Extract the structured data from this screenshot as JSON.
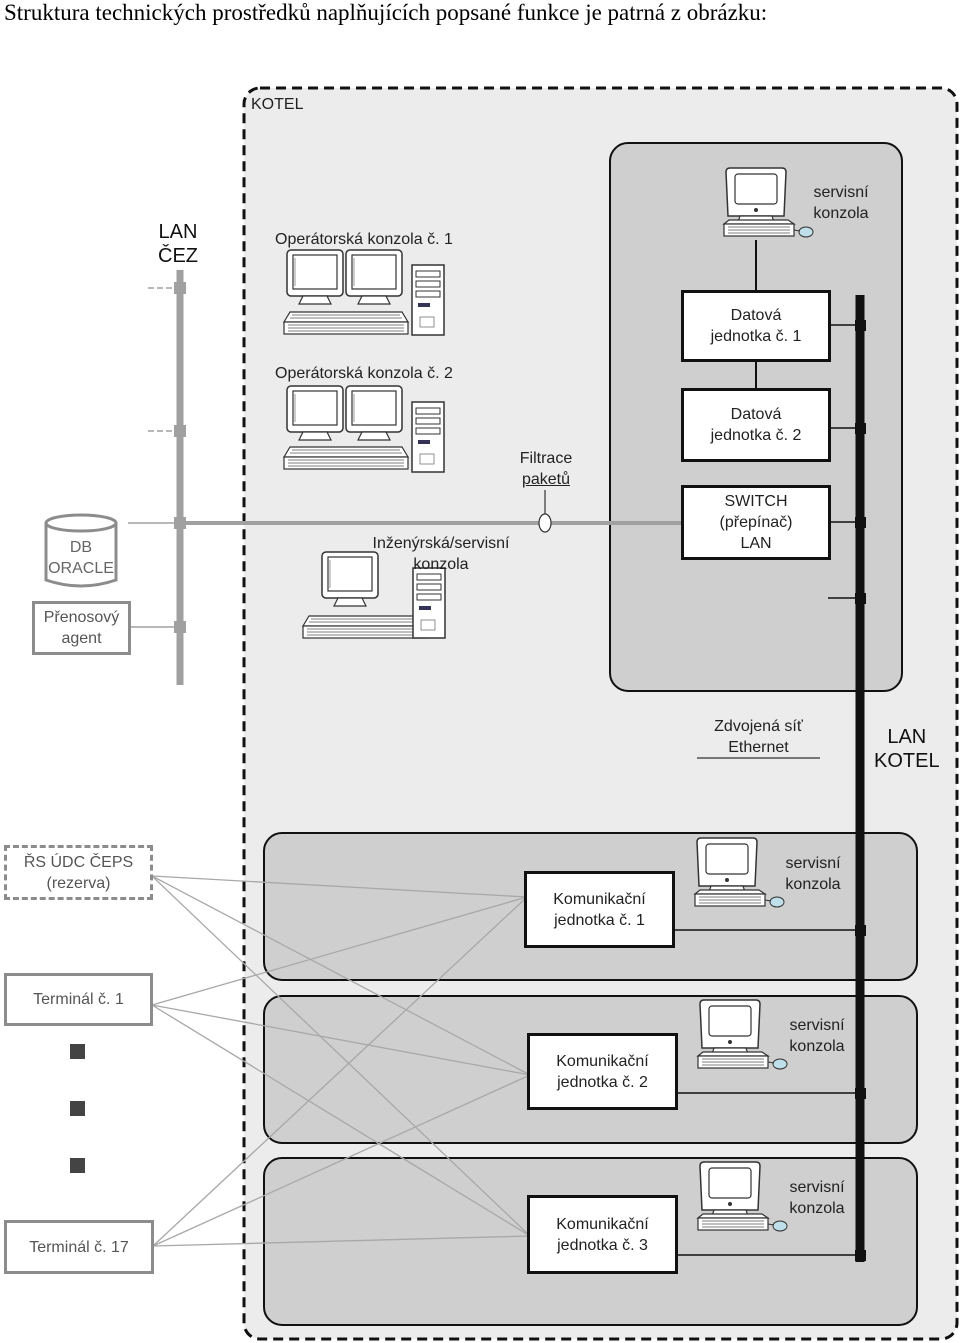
{
  "heading": "Struktura technických prostředků naplňujících popsané funkce je patrná z obrázku:",
  "kotel_label": "KOTEL",
  "lan_cez": {
    "line1": "LAN",
    "line2": "ČEZ"
  },
  "lan_kotel": {
    "line1": "LAN",
    "line2": "KOTEL"
  },
  "operator_console_1": "Operátorská konzola č. 1",
  "operator_console_2": "Operátorská konzola č. 2",
  "engineering_console": {
    "line1": "Inženýrská/servisní",
    "line2": "konzola"
  },
  "packet_filter": {
    "line1": "Filtrace",
    "line2": "paketů"
  },
  "db_oracle": {
    "line1": "DB",
    "line2": "ORACLE"
  },
  "transfer_agent": {
    "line1": "Přenosový",
    "line2": "agent"
  },
  "service_console_top": {
    "line1": "servisní",
    "line2": "konzola"
  },
  "data_unit_1": {
    "line1": "Datová",
    "line2": "jednotka č. 1"
  },
  "data_unit_2": {
    "line1": "Datová",
    "line2": "jednotka č. 2"
  },
  "switch": {
    "line1": "SWITCH",
    "line2": "(přepínač)",
    "line3": "LAN"
  },
  "redundant_net": {
    "line1": "Zdvojená síť",
    "line2": "Ethernet"
  },
  "rs_udc": {
    "line1": "ŘS ÚDC ČEPS",
    "line2": "(rezerva)"
  },
  "terminal_1": "Terminál č. 1",
  "terminal_17": "Terminál č. 17",
  "comm_units": [
    {
      "line1": "Komunikační",
      "line2": "jednotka č. 1",
      "service_line1": "servisní",
      "service_line2": "konzola"
    },
    {
      "line1": "Komunikační",
      "line2": "jednotka č. 2",
      "service_line1": "servisní",
      "service_line2": "konzola"
    },
    {
      "line1": "Komunikační",
      "line2": "jednotka č. 3",
      "service_line1": "servisní",
      "service_line2": "konzola"
    }
  ],
  "icons": [
    "workstation-icon",
    "pc-tower-icon",
    "keyboard-icon",
    "mouse-icon",
    "database-icon",
    "filter-icon"
  ],
  "colors": {
    "zone_fill": "#ececec",
    "bus_grey": "#a0a0a0",
    "bus_black": "#111111",
    "panel_fill": "#cfcfcf"
  }
}
